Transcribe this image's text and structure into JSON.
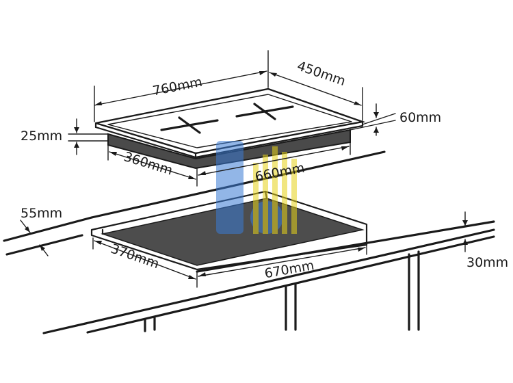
{
  "diagram": {
    "dimensions": {
      "hob_width": "760mm",
      "hob_depth": "450mm",
      "hob_front_offset": "60mm",
      "hob_thickness": "25mm",
      "body_depth": "360mm",
      "body_width": "660mm",
      "counter_thickness": "55mm",
      "cutout_depth": "370mm",
      "cutout_width": "670mm",
      "rear_clearance": "30mm"
    },
    "colors": {
      "line": "#1a1a1a",
      "glass": "#ffffff",
      "hob_body": "#4a4a4a",
      "cutout": "#4d4d4d",
      "watermark_blue": "#3a7bd5",
      "watermark_yellow": "#e6d21a"
    }
  }
}
